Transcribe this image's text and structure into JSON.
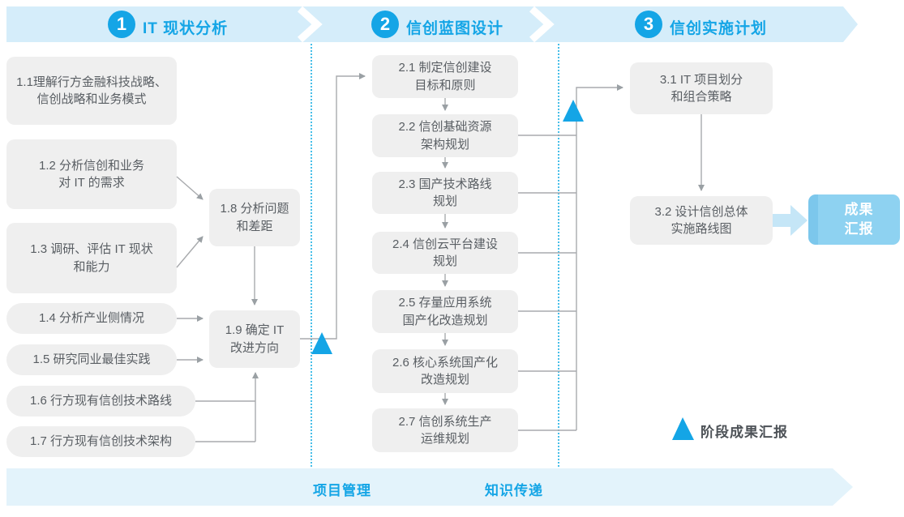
{
  "banner": {
    "phases": [
      {
        "num": "1",
        "title": "IT 现状分析"
      },
      {
        "num": "2",
        "title": "信创蓝图设计"
      },
      {
        "num": "3",
        "title": "信创实施计划"
      }
    ]
  },
  "phase1": {
    "b11": {
      "line1": "1.1理解行方金融科技战略、",
      "line2": "信创战略和业务模式"
    },
    "b12": {
      "line1": "1.2 分析信创和业务",
      "line2": "对 IT 的需求"
    },
    "b13": {
      "line1": "1.3 调研、评估 IT 现状",
      "line2": "和能力"
    },
    "b14": {
      "line1": "1.4 分析产业侧情况"
    },
    "b15": {
      "line1": "1.5 研究同业最佳实践"
    },
    "b16": {
      "line1": "1.6 行方现有信创技术路线"
    },
    "b17": {
      "line1": "1.7 行方现有信创技术架构"
    },
    "b18": {
      "line1": "1.8 分析问题",
      "line2": "和差距"
    },
    "b19": {
      "line1": "1.9 确定 IT",
      "line2": "改进方向"
    }
  },
  "phase2": {
    "b21": {
      "line1": "2.1 制定信创建设",
      "line2": "目标和原则"
    },
    "b22": {
      "line1": "2.2 信创基础资源",
      "line2": "架构规划"
    },
    "b23": {
      "line1": "2.3 国产技术路线",
      "line2": "规划"
    },
    "b24": {
      "line1": "2.4 信创云平台建设",
      "line2": "规划"
    },
    "b25": {
      "line1": "2.5 存量应用系统",
      "line2": "国产化改造规划"
    },
    "b26": {
      "line1": "2.6 核心系统国产化",
      "line2": "改造规划"
    },
    "b27": {
      "line1": "2.7 信创系统生产",
      "line2": "运维规划"
    }
  },
  "phase3": {
    "b31": {
      "line1": "3.1 IT 项目划分",
      "line2": "和组合策略"
    },
    "b32": {
      "line1": "3.2 设计信创总体",
      "line2": "实施路线图"
    },
    "result": {
      "line1": "成果",
      "line2": "汇报"
    }
  },
  "bottom_bar": {
    "label1": "项目管理",
    "label2": "知识传递"
  },
  "legend": {
    "label": "阶段成果汇报"
  },
  "colors": {
    "accent_blue": "#14A5E6",
    "band_blue": "#D5EDFA",
    "bottom_band_blue": "#E3F3FB",
    "box_gray": "#EFEFEF",
    "box_text_gray": "#595E63",
    "result_box_blue": "#8ED2F1",
    "result_box_stripe": "#7CC7EC",
    "fat_arrow_blue": "#C5E6F7",
    "connector_gray": "#A8AAAD",
    "dashed_cyan": "#45BEE8"
  }
}
